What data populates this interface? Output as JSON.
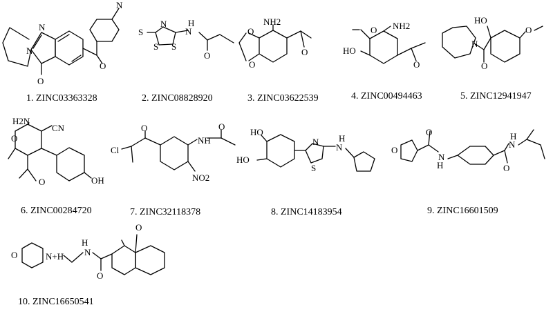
{
  "figure": {
    "compounds": [
      {
        "index": "1.",
        "zinc_id": "ZINC03363328"
      },
      {
        "index": "2.",
        "zinc_id": "ZINC08828920"
      },
      {
        "index": "3.",
        "zinc_id": "ZINC03622539"
      },
      {
        "index": "4.",
        "zinc_id": "ZINC00494463"
      },
      {
        "index": "5.",
        "zinc_id": "ZINC12941947"
      },
      {
        "index": "6.",
        "zinc_id": "ZINC00284720"
      },
      {
        "index": "7.",
        "zinc_id": "ZINC32118378"
      },
      {
        "index": "8.",
        "zinc_id": "ZINC14183954"
      },
      {
        "index": "9.",
        "zinc_id": "ZINC16601509"
      },
      {
        "index": "10.",
        "zinc_id": "ZINC16650541"
      }
    ],
    "atom_labels": {
      "c1": [
        "N",
        "N",
        "N",
        "O",
        "O"
      ],
      "c2": [
        "S",
        "N",
        "H",
        "N",
        "S",
        "S",
        "O"
      ],
      "c3": [
        "NH2",
        "O",
        "O",
        "O"
      ],
      "c4": [
        "O",
        "NH2",
        "HO",
        "O"
      ],
      "c5": [
        "HO",
        "O",
        "N",
        "O"
      ],
      "c6": [
        "H2N",
        "CN",
        "O",
        "O",
        "OH"
      ],
      "c7": [
        "O",
        "Cl",
        "NH",
        "O",
        "NO2"
      ],
      "c8": [
        "HO",
        "HO",
        "N",
        "H",
        "N",
        "S"
      ],
      "c9": [
        "O",
        "O",
        "N",
        "H",
        "H",
        "N",
        "O"
      ],
      "c10": [
        "O",
        "N+H",
        "H",
        "N",
        "O",
        "O"
      ]
    }
  }
}
